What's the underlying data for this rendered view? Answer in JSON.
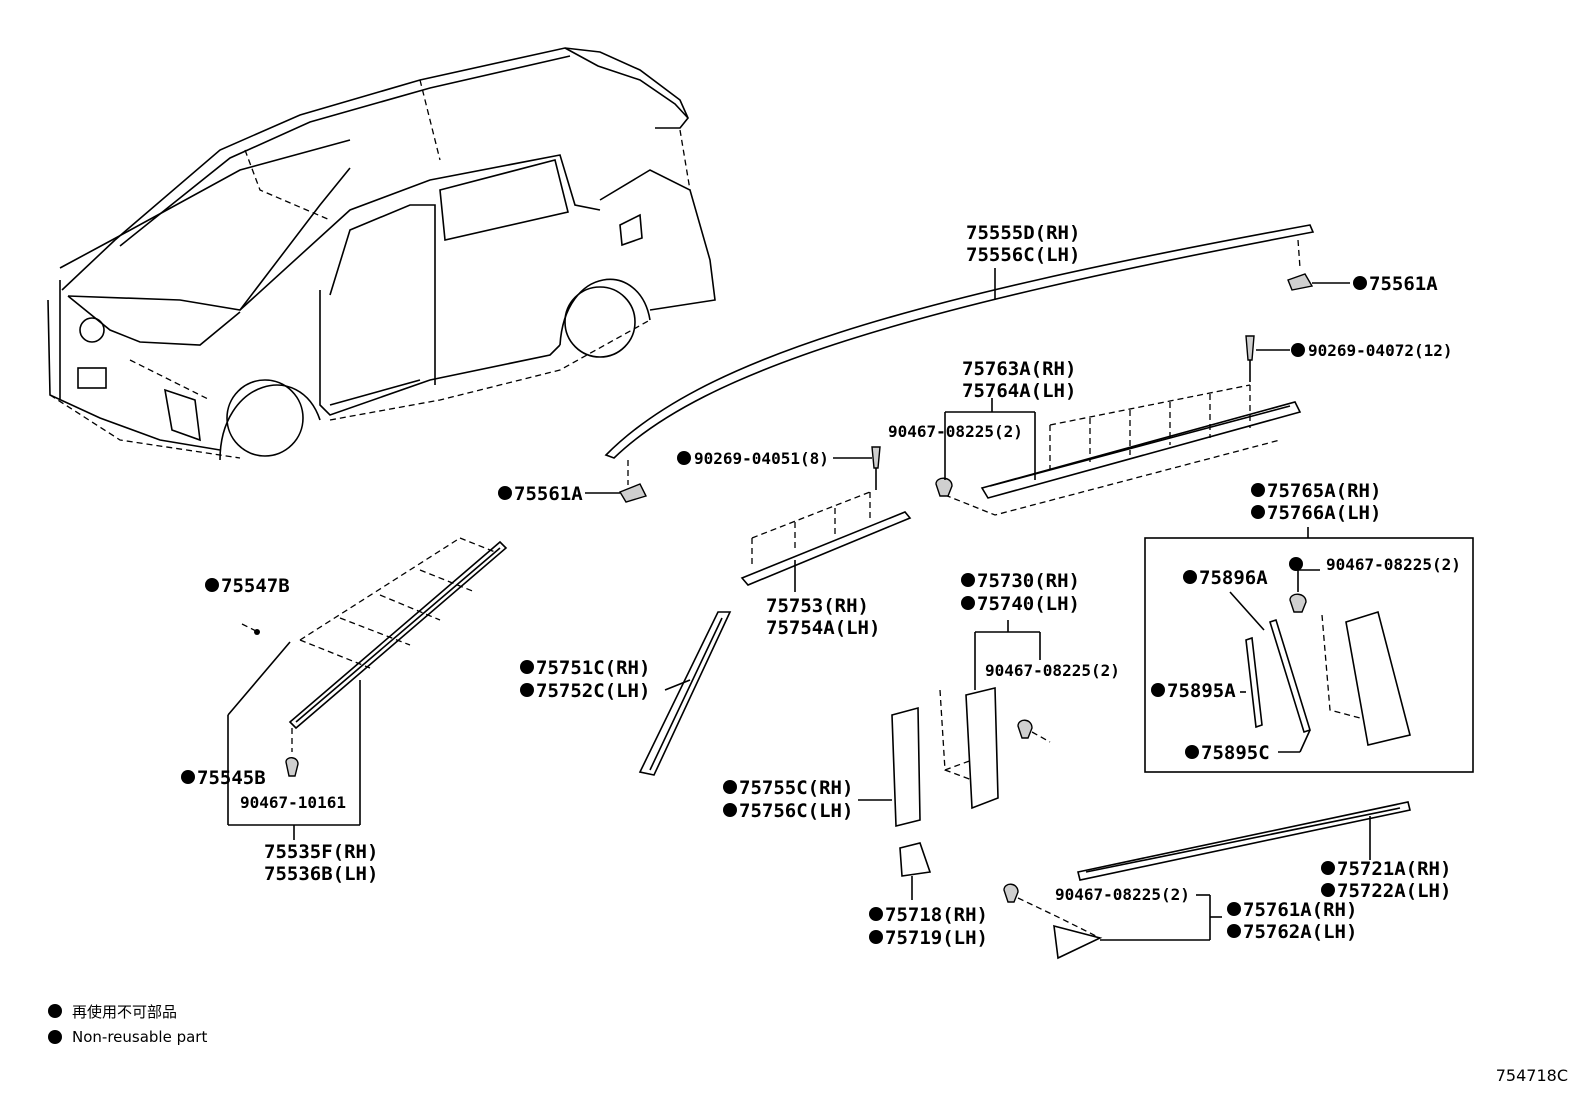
{
  "labels": {
    "l_75555D": "75555D(RH)",
    "l_75556C": "75556C(LH)",
    "l_75561A_top": "75561A",
    "l_90269_04072": "90269-04072(12)",
    "l_75763A": "75763A(RH)",
    "l_75764A": "75764A(LH)",
    "l_90467_a": "90467-08225(2)",
    "l_90269_04051": "90269-04051(8)",
    "l_75561A_left": "75561A",
    "l_75765A": "75765A(RH)",
    "l_75766A": "75766A(LH)",
    "l_75896A": "75896A",
    "l_90467_b": "90467-08225(2)",
    "l_75753": "75753(RH)",
    "l_75754A": "75754A(LH)",
    "l_75730": "75730(RH)",
    "l_75740": "75740(LH)",
    "l_75547B": "75547B",
    "l_75751C": "75751C(RH)",
    "l_75752C": "75752C(LH)",
    "l_90467_c": "90467-08225(2)",
    "l_75895A": "75895A",
    "l_75895C": "75895C",
    "l_75545B": "75545B",
    "l_90467_10161": "90467-10161",
    "l_75535F": "75535F(RH)",
    "l_75536B": "75536B(LH)",
    "l_75755C": "75755C(RH)",
    "l_75756C": "75756C(LH)",
    "l_75721A": "75721A(RH)",
    "l_75722A": "75722A(LH)",
    "l_90467_d": "90467-08225(2)",
    "l_75761A": "75761A(RH)",
    "l_75762A": "75762A(LH)",
    "l_75718": "75718(RH)",
    "l_75719": "75719(LH)"
  },
  "legend": {
    "jp": "再使用不可部品",
    "en": "Non-reusable part"
  },
  "figure_number": "754718C"
}
